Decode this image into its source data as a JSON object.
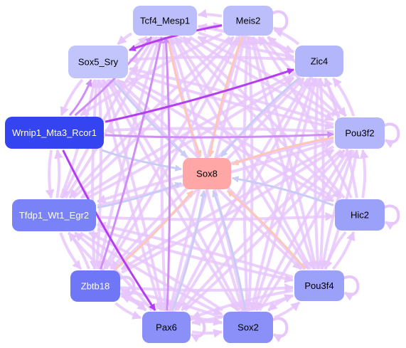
{
  "diagram": {
    "type": "gene-regulatory-network",
    "nodes": [
      {
        "id": "Tcf4_Mesp1",
        "label": "Tcf4_Mesp1",
        "fill": "#bbbefa",
        "text_color": "#000000"
      },
      {
        "id": "Meis2",
        "label": "Meis2",
        "fill": "#bbbefa",
        "text_color": "#000000"
      },
      {
        "id": "Sox5_Sry",
        "label": "Sox5_Sry",
        "fill": "#c2c5fb",
        "text_color": "#000000"
      },
      {
        "id": "Zic4",
        "label": "Zic4",
        "fill": "#b3b6fa",
        "text_color": "#000000"
      },
      {
        "id": "Wrnip1_Mta3_Rcor1",
        "label": "Wrnip1_Mta3_Rcor1",
        "fill": "#3344f0",
        "text_color": "#ffffff"
      },
      {
        "id": "Pou3f2",
        "label": "Pou3f2",
        "fill": "#b3b6fa",
        "text_color": "#000000"
      },
      {
        "id": "Sox8",
        "label": "Sox8",
        "fill": "#ffa6a6",
        "text_color": "#000000"
      },
      {
        "id": "Tfdp1_Wt1_Egr2",
        "label": "Tfdp1_Wt1_Egr2",
        "fill": "#7a82f7",
        "text_color": "#ffffff"
      },
      {
        "id": "Hic2",
        "label": "Hic2",
        "fill": "#9ba0f8",
        "text_color": "#000000"
      },
      {
        "id": "Zbtb18",
        "label": "Zbtb18",
        "fill": "#7077f6",
        "text_color": "#ffffff"
      },
      {
        "id": "Pou3f4",
        "label": "Pou3f4",
        "fill": "#9ba0f8",
        "text_color": "#000000"
      },
      {
        "id": "Pax6",
        "label": "Pax6",
        "fill": "#8a90f7",
        "text_color": "#000000"
      },
      {
        "id": "Sox2",
        "label": "Sox2",
        "fill": "#8a90f7",
        "text_color": "#000000"
      }
    ],
    "edge_colors": {
      "default": "#e7c7fb",
      "strong": "#b43df1",
      "medium": "#cf8df6",
      "to_sox8_blue": "#c9cdf6",
      "to_sox8_peach": "#fcc7b8"
    },
    "self_loops": [
      "Meis2",
      "Pou3f2",
      "Pou3f4",
      "Sox2",
      "Hic2",
      "Zbtb18",
      "Pax6"
    ],
    "edges": [
      {
        "from": "Wrnip1_Mta3_Rcor1",
        "to": "Zic4",
        "style": "strong"
      },
      {
        "from": "Wrnip1_Mta3_Rcor1",
        "to": "Pax6",
        "style": "strong"
      },
      {
        "from": "Meis2",
        "to": "Sox5_Sry",
        "style": "strong"
      },
      {
        "from": "Wrnip1_Mta3_Rcor1",
        "to": "Tcf4_Mesp1",
        "style": "medium"
      },
      {
        "from": "Wrnip1_Mta3_Rcor1",
        "to": "Sox5_Sry",
        "style": "medium"
      },
      {
        "from": "Wrnip1_Mta3_Rcor1",
        "to": "Pou3f2",
        "style": "medium"
      },
      {
        "from": "Zbtb18",
        "to": "Tcf4_Mesp1",
        "style": "medium"
      },
      {
        "from": "Pax6",
        "to": "Tcf4_Mesp1",
        "style": "medium"
      },
      {
        "from": "Tcf4_Mesp1",
        "to": "Sox8",
        "style": "to_sox8_peach"
      },
      {
        "from": "Meis2",
        "to": "Sox8",
        "style": "to_sox8_peach"
      },
      {
        "from": "Sox5_Sry",
        "to": "Sox8",
        "style": "to_sox8_blue"
      },
      {
        "from": "Zic4",
        "to": "Sox8",
        "style": "to_sox8_blue"
      },
      {
        "from": "Wrnip1_Mta3_Rcor1",
        "to": "Sox8",
        "style": "to_sox8_blue"
      },
      {
        "from": "Pou3f2",
        "to": "Sox8",
        "style": "to_sox8_peach"
      },
      {
        "from": "Tfdp1_Wt1_Egr2",
        "to": "Sox8",
        "style": "to_sox8_blue"
      },
      {
        "from": "Hic2",
        "to": "Sox8",
        "style": "to_sox8_blue"
      },
      {
        "from": "Zbtb18",
        "to": "Sox8",
        "style": "to_sox8_peach"
      },
      {
        "from": "Pou3f4",
        "to": "Sox8",
        "style": "to_sox8_peach"
      },
      {
        "from": "Pax6",
        "to": "Sox8",
        "style": "to_sox8_blue"
      },
      {
        "from": "Sox2",
        "to": "Sox8",
        "style": "to_sox8_blue"
      },
      {
        "from": "Tcf4_Mesp1",
        "to": "Meis2",
        "style": "default"
      },
      {
        "from": "Meis2",
        "to": "Tcf4_Mesp1",
        "style": "default"
      },
      {
        "from": "Tcf4_Mesp1",
        "to": "Sox5_Sry",
        "style": "default"
      },
      {
        "from": "Sox5_Sry",
        "to": "Tcf4_Mesp1",
        "style": "default"
      },
      {
        "from": "Meis2",
        "to": "Zic4",
        "style": "default"
      },
      {
        "from": "Zic4",
        "to": "Meis2",
        "style": "default"
      },
      {
        "from": "Tcf4_Mesp1",
        "to": "Zic4",
        "style": "default"
      },
      {
        "from": "Meis2",
        "to": "Pou3f2",
        "style": "default"
      },
      {
        "from": "Sox5_Sry",
        "to": "Wrnip1_Mta3_Rcor1",
        "style": "default"
      },
      {
        "from": "Wrnip1_Mta3_Rcor1",
        "to": "Tfdp1_Wt1_Egr2",
        "style": "default"
      },
      {
        "from": "Tfdp1_Wt1_Egr2",
        "to": "Wrnip1_Mta3_Rcor1",
        "style": "default"
      },
      {
        "from": "Tfdp1_Wt1_Egr2",
        "to": "Zbtb18",
        "style": "default"
      },
      {
        "from": "Zbtb18",
        "to": "Pax6",
        "style": "default"
      },
      {
        "from": "Pax6",
        "to": "Sox2",
        "style": "default"
      },
      {
        "from": "Sox2",
        "to": "Pax6",
        "style": "default"
      },
      {
        "from": "Sox2",
        "to": "Pou3f4",
        "style": "default"
      },
      {
        "from": "Pou3f4",
        "to": "Hic2",
        "style": "default"
      },
      {
        "from": "Hic2",
        "to": "Pou3f2",
        "style": "default"
      },
      {
        "from": "Pou3f2",
        "to": "Zic4",
        "style": "default"
      },
      {
        "from": "Zic4",
        "to": "Pou3f2",
        "style": "default"
      },
      {
        "from": "Sox5_Sry",
        "to": "Pou3f2",
        "style": "default"
      },
      {
        "from": "Sox5_Sry",
        "to": "Pou3f4",
        "style": "default"
      },
      {
        "from": "Sox5_Sry",
        "to": "Sox2",
        "style": "default"
      },
      {
        "from": "Sox5_Sry",
        "to": "Hic2",
        "style": "default"
      },
      {
        "from": "Sox5_Sry",
        "to": "Zbtb18",
        "style": "default"
      },
      {
        "from": "Sox5_Sry",
        "to": "Pax6",
        "style": "default"
      },
      {
        "from": "Tcf4_Mesp1",
        "to": "Pax6",
        "style": "default"
      },
      {
        "from": "Tcf4_Mesp1",
        "to": "Sox2",
        "style": "default"
      },
      {
        "from": "Tcf4_Mesp1",
        "to": "Pou3f4",
        "style": "default"
      },
      {
        "from": "Tcf4_Mesp1",
        "to": "Zbtb18",
        "style": "default"
      },
      {
        "from": "Tcf4_Mesp1",
        "to": "Tfdp1_Wt1_Egr2",
        "style": "default"
      },
      {
        "from": "Tcf4_Mesp1",
        "to": "Pou3f2",
        "style": "default"
      },
      {
        "from": "Tcf4_Mesp1",
        "to": "Hic2",
        "style": "default"
      },
      {
        "from": "Meis2",
        "to": "Pax6",
        "style": "default"
      },
      {
        "from": "Meis2",
        "to": "Sox2",
        "style": "default"
      },
      {
        "from": "Meis2",
        "to": "Zbtb18",
        "style": "default"
      },
      {
        "from": "Meis2",
        "to": "Tfdp1_Wt1_Egr2",
        "style": "default"
      },
      {
        "from": "Meis2",
        "to": "Pou3f4",
        "style": "default"
      },
      {
        "from": "Meis2",
        "to": "Wrnip1_Mta3_Rcor1",
        "style": "default"
      },
      {
        "from": "Zic4",
        "to": "Pax6",
        "style": "default"
      },
      {
        "from": "Zic4",
        "to": "Sox2",
        "style": "default"
      },
      {
        "from": "Zic4",
        "to": "Zbtb18",
        "style": "default"
      },
      {
        "from": "Zic4",
        "to": "Tfdp1_Wt1_Egr2",
        "style": "default"
      },
      {
        "from": "Zic4",
        "to": "Pou3f4",
        "style": "default"
      },
      {
        "from": "Zic4",
        "to": "Sox5_Sry",
        "style": "default"
      },
      {
        "from": "Zic4",
        "to": "Tcf4_Mesp1",
        "style": "default"
      },
      {
        "from": "Pou3f2",
        "to": "Pax6",
        "style": "default"
      },
      {
        "from": "Pou3f2",
        "to": "Sox2",
        "style": "default"
      },
      {
        "from": "Pou3f2",
        "to": "Zbtb18",
        "style": "default"
      },
      {
        "from": "Pou3f2",
        "to": "Tfdp1_Wt1_Egr2",
        "style": "default"
      },
      {
        "from": "Pou3f2",
        "to": "Pou3f4",
        "style": "default"
      },
      {
        "from": "Pou3f2",
        "to": "Sox5_Sry",
        "style": "default"
      },
      {
        "from": "Pou3f2",
        "to": "Tcf4_Mesp1",
        "style": "default"
      },
      {
        "from": "Pou3f2",
        "to": "Meis2",
        "style": "default"
      },
      {
        "from": "Pou3f2",
        "to": "Wrnip1_Mta3_Rcor1",
        "style": "default"
      },
      {
        "from": "Hic2",
        "to": "Tcf4_Mesp1",
        "style": "default"
      },
      {
        "from": "Hic2",
        "to": "Meis2",
        "style": "default"
      },
      {
        "from": "Hic2",
        "to": "Zic4",
        "style": "default"
      },
      {
        "from": "Hic2",
        "to": "Sox5_Sry",
        "style": "default"
      },
      {
        "from": "Hic2",
        "to": "Pou3f4",
        "style": "default"
      },
      {
        "from": "Pou3f4",
        "to": "Tcf4_Mesp1",
        "style": "default"
      },
      {
        "from": "Pou3f4",
        "to": "Meis2",
        "style": "default"
      },
      {
        "from": "Pou3f4",
        "to": "Zic4",
        "style": "default"
      },
      {
        "from": "Pou3f4",
        "to": "Pou3f2",
        "style": "default"
      },
      {
        "from": "Pou3f4",
        "to": "Sox5_Sry",
        "style": "default"
      },
      {
        "from": "Pou3f4",
        "to": "Sox2",
        "style": "default"
      },
      {
        "from": "Pou3f4",
        "to": "Pax6",
        "style": "default"
      },
      {
        "from": "Pou3f4",
        "to": "Tfdp1_Wt1_Egr2",
        "style": "default"
      },
      {
        "from": "Sox2",
        "to": "Tcf4_Mesp1",
        "style": "default"
      },
      {
        "from": "Sox2",
        "to": "Meis2",
        "style": "default"
      },
      {
        "from": "Sox2",
        "to": "Zic4",
        "style": "default"
      },
      {
        "from": "Sox2",
        "to": "Pou3f2",
        "style": "default"
      },
      {
        "from": "Sox2",
        "to": "Sox5_Sry",
        "style": "default"
      },
      {
        "from": "Sox2",
        "to": "Zbtb18",
        "style": "default"
      },
      {
        "from": "Sox2",
        "to": "Tfdp1_Wt1_Egr2",
        "style": "default"
      },
      {
        "from": "Pax6",
        "to": "Meis2",
        "style": "default"
      },
      {
        "from": "Pax6",
        "to": "Zic4",
        "style": "default"
      },
      {
        "from": "Pax6",
        "to": "Pou3f2",
        "style": "default"
      },
      {
        "from": "Pax6",
        "to": "Sox5_Sry",
        "style": "default"
      },
      {
        "from": "Pax6",
        "to": "Pou3f4",
        "style": "default"
      },
      {
        "from": "Pax6",
        "to": "Zbtb18",
        "style": "default"
      },
      {
        "from": "Pax6",
        "to": "Tfdp1_Wt1_Egr2",
        "style": "default"
      },
      {
        "from": "Zbtb18",
        "to": "Meis2",
        "style": "default"
      },
      {
        "from": "Zbtb18",
        "to": "Zic4",
        "style": "default"
      },
      {
        "from": "Zbtb18",
        "to": "Pou3f2",
        "style": "default"
      },
      {
        "from": "Zbtb18",
        "to": "Sox5_Sry",
        "style": "default"
      },
      {
        "from": "Zbtb18",
        "to": "Pou3f4",
        "style": "default"
      },
      {
        "from": "Zbtb18",
        "to": "Sox2",
        "style": "default"
      },
      {
        "from": "Zbtb18",
        "to": "Tfdp1_Wt1_Egr2",
        "style": "default"
      },
      {
        "from": "Tfdp1_Wt1_Egr2",
        "to": "Tcf4_Mesp1",
        "style": "default"
      },
      {
        "from": "Tfdp1_Wt1_Egr2",
        "to": "Meis2",
        "style": "default"
      },
      {
        "from": "Tfdp1_Wt1_Egr2",
        "to": "Zic4",
        "style": "default"
      },
      {
        "from": "Tfdp1_Wt1_Egr2",
        "to": "Pou3f2",
        "style": "default"
      },
      {
        "from": "Tfdp1_Wt1_Egr2",
        "to": "Sox5_Sry",
        "style": "default"
      },
      {
        "from": "Tfdp1_Wt1_Egr2",
        "to": "Pou3f4",
        "style": "default"
      },
      {
        "from": "Tfdp1_Wt1_Egr2",
        "to": "Sox2",
        "style": "default"
      },
      {
        "from": "Tfdp1_Wt1_Egr2",
        "to": "Pax6",
        "style": "default"
      },
      {
        "from": "Tfdp1_Wt1_Egr2",
        "to": "Hic2",
        "style": "default"
      }
    ]
  }
}
